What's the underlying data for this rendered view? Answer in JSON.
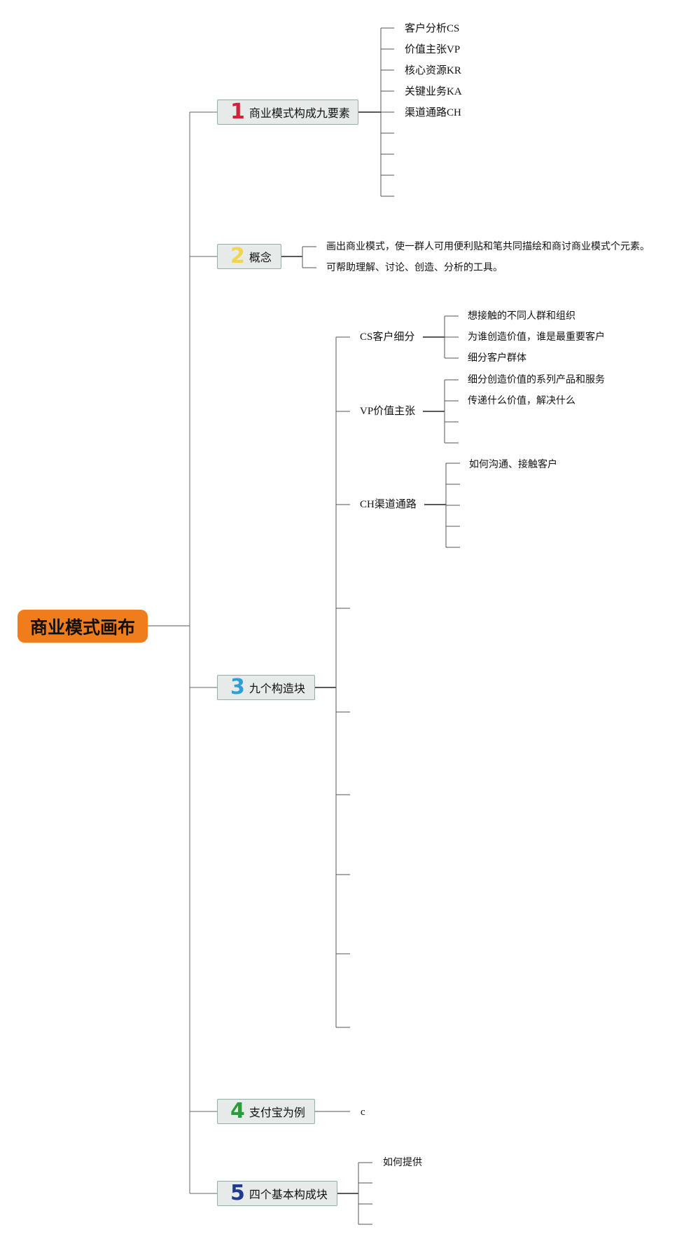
{
  "root": {
    "title": "商业模式画布",
    "color": "#f07d1b"
  },
  "topics": [
    {
      "number": "1",
      "number_color": "#d4213a",
      "label": "商业模式构成九要素",
      "children": [
        "客户分析CS",
        "价值主张VP",
        "核心资源KR",
        "关键业务KA",
        "渠道通路CH",
        "",
        "",
        "",
        ""
      ]
    },
    {
      "number": "2",
      "number_color": "#f2d54a",
      "label": "概念",
      "children": [
        "画出商业模式，使一群人可用便利贴和笔共同描绘和商讨商业模式个元素。",
        "可帮助理解、讨论、创造、分析的工具。"
      ]
    },
    {
      "number": "3",
      "number_color": "#2e9fd6",
      "label": "九个构造块",
      "subtopics": [
        {
          "label": "CS客户细分",
          "children": [
            "想接触的不同人群和组织",
            "为谁创造价值，谁是最重要客户",
            "细分客户群体"
          ]
        },
        {
          "label": "VP价值主张",
          "children": [
            "细分创造价值的系列产品和服务",
            "传递什么价值，解决什么",
            "",
            ""
          ]
        },
        {
          "label": "CH渠道通路",
          "children": [
            "如何沟通、接触客户",
            "",
            "",
            "",
            ""
          ]
        },
        {
          "label": "",
          "children": []
        },
        {
          "label": "",
          "children": []
        },
        {
          "label": "",
          "children": []
        },
        {
          "label": "",
          "children": []
        },
        {
          "label": "",
          "children": []
        },
        {
          "label": "",
          "children": []
        }
      ]
    },
    {
      "number": "4",
      "number_color": "#2a9d3a",
      "label": "支付宝为例",
      "children": [
        "c"
      ]
    },
    {
      "number": "5",
      "number_color": "#1f3a8f",
      "label": "四个基本构成块",
      "children": [
        "如何提供",
        "",
        "",
        ""
      ]
    }
  ]
}
